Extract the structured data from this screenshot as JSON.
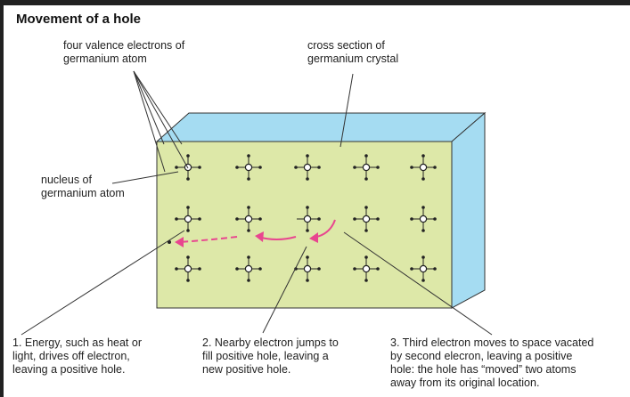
{
  "title": "Movement of a hole",
  "labels": {
    "valence": [
      "four valence electrons of",
      "germanium atom"
    ],
    "cross_section": [
      "cross section of",
      "germanium crystal"
    ],
    "nucleus": [
      "nucleus of",
      "germanium atom"
    ]
  },
  "steps": [
    {
      "text": [
        "1. Energy, such as heat or",
        "light, drives off electron,",
        "leaving a positive hole."
      ]
    },
    {
      "text": [
        "2. Nearby electron jumps to",
        "fill positive hole, leaving a",
        "new positive hole."
      ]
    },
    {
      "text": [
        "3. Third electron moves to space vacated",
        "by second elecron, leaving a positive",
        "hole: the hole has “moved” two atoms",
        "away from its original location."
      ]
    }
  ],
  "colors": {
    "crystal_face": "#dde8a8",
    "crystal_side": "#a5dcf2",
    "arrow": "#e8468f"
  }
}
